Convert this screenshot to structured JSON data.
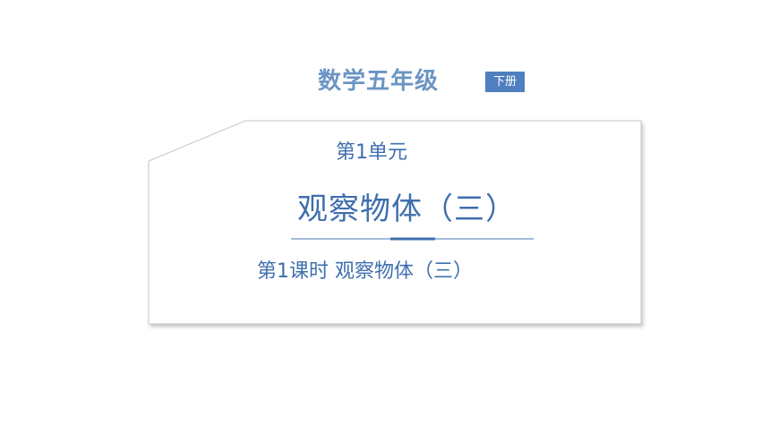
{
  "header": {
    "subject": "数学五年级",
    "volume_badge": "下册"
  },
  "card": {
    "unit_label": "第1单元",
    "main_title": "观察物体（三）",
    "lesson_title": "第1课时  观察物体（三）"
  },
  "colors": {
    "subject_text": "#6b95c4",
    "badge_bg": "#4f7fbf",
    "title_text": "#3f6fad",
    "underline": "#6b95c4",
    "card_border": "#c8c8c8"
  }
}
